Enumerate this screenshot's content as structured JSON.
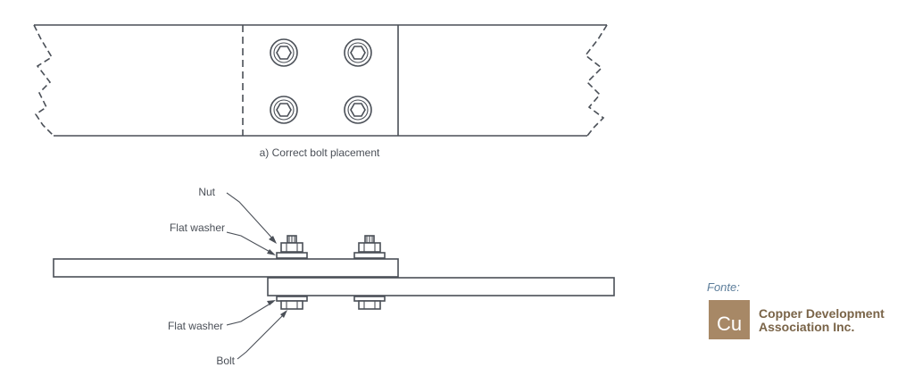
{
  "diagram": {
    "caption_top": "a) Correct bolt placement",
    "labels": {
      "nut": "Nut",
      "flat_washer_top": "Flat washer",
      "flat_washer_bottom": "Flat washer",
      "bolt": "Bolt"
    },
    "stroke_color": "#4a4f57"
  },
  "source": {
    "fonte_label": "Fonte:",
    "logo_symbol": "Cu",
    "org_line1": "Copper Development",
    "org_line2": "Association Inc.",
    "colors": {
      "logo_box": "#a78866",
      "org_text": "#7a6448",
      "fonte": "#5d7e9b"
    }
  }
}
